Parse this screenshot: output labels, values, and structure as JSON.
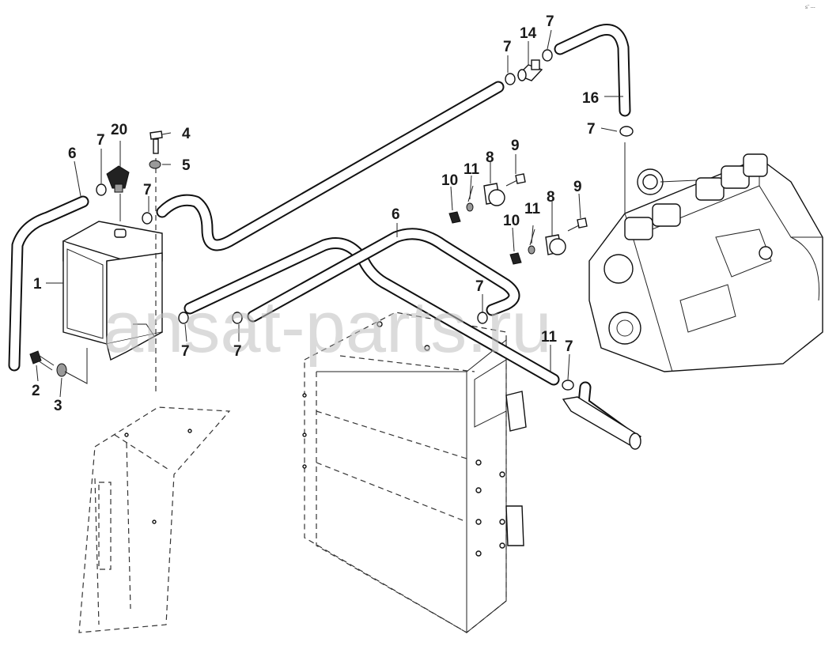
{
  "corner_code": "s‾ ---",
  "watermark": "ansat-parts.ru",
  "callouts": [
    {
      "id": "c16",
      "text": "16"
    },
    {
      "id": "c14",
      "text": "14"
    },
    {
      "id": "c7a",
      "text": "7"
    },
    {
      "id": "c7b",
      "text": "7"
    },
    {
      "id": "c7c",
      "text": "7"
    },
    {
      "id": "c20",
      "text": "20"
    },
    {
      "id": "c4",
      "text": "4"
    },
    {
      "id": "c5",
      "text": "5"
    },
    {
      "id": "c7d",
      "text": "7"
    },
    {
      "id": "c6a",
      "text": "6"
    },
    {
      "id": "c7e",
      "text": "7"
    },
    {
      "id": "c9a",
      "text": "9"
    },
    {
      "id": "c8a",
      "text": "8"
    },
    {
      "id": "c11a",
      "text": "11"
    },
    {
      "id": "c10a",
      "text": "10"
    },
    {
      "id": "c9b",
      "text": "9"
    },
    {
      "id": "c8b",
      "text": "8"
    },
    {
      "id": "c11b",
      "text": "11"
    },
    {
      "id": "c10b",
      "text": "10"
    },
    {
      "id": "c6b",
      "text": "6"
    },
    {
      "id": "c1",
      "text": "1"
    },
    {
      "id": "c7f",
      "text": "7"
    },
    {
      "id": "c7g",
      "text": "7"
    },
    {
      "id": "c7h",
      "text": "7"
    },
    {
      "id": "c11c",
      "text": "11"
    },
    {
      "id": "c7i",
      "text": "7"
    },
    {
      "id": "c2",
      "text": "2"
    },
    {
      "id": "c3",
      "text": "3"
    }
  ]
}
